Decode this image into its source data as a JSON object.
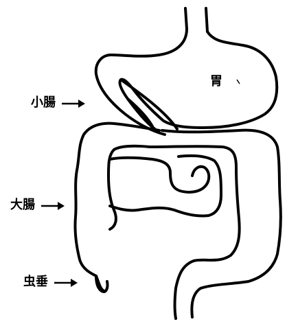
{
  "labels": {
    "stomach": "胃",
    "small_intestine": "小腸",
    "large_intestine": "大腸",
    "appendix": "虫垂"
  },
  "colors": {
    "line": "#000000",
    "background": "#ffffff"
  }
}
